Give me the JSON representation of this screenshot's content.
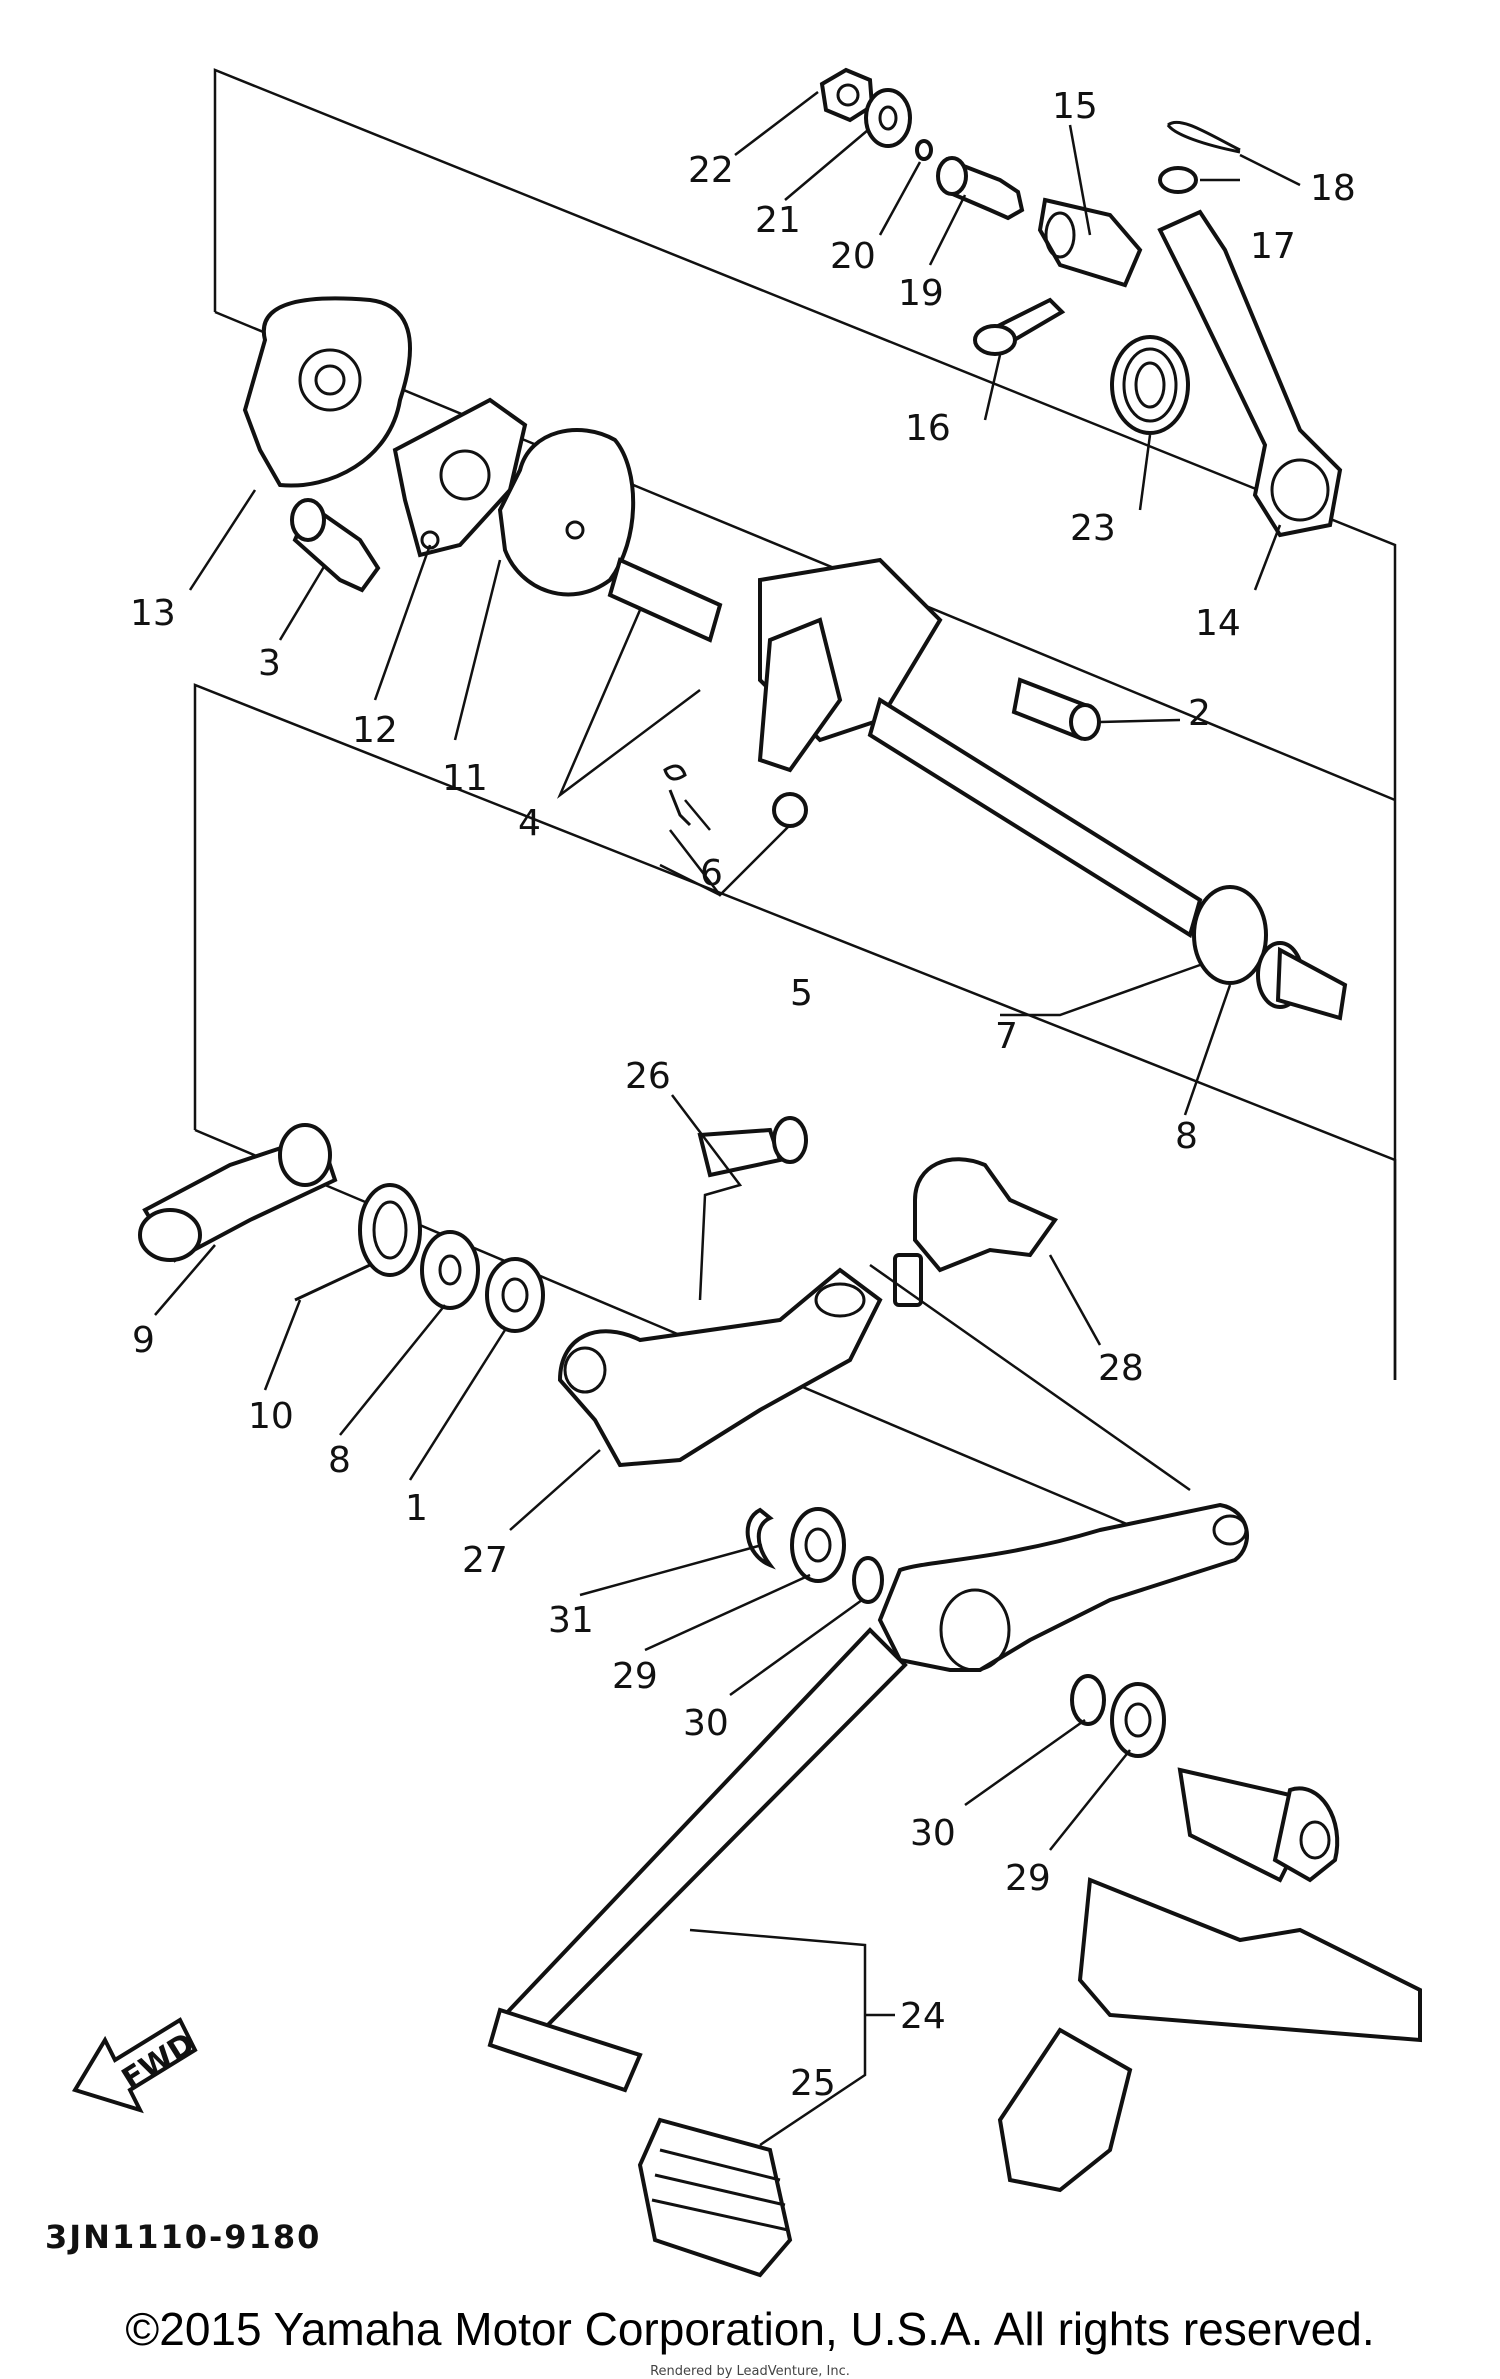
{
  "labels": {
    "p1": "1",
    "p2": "2",
    "p3": "3",
    "p4": "4",
    "p5": "5",
    "p6": "6",
    "p7": "7",
    "p8a": "8",
    "p8b": "8",
    "p9": "9",
    "p10": "10",
    "p11": "11",
    "p12": "12",
    "p13": "13",
    "p14": "14",
    "p15": "15",
    "p16": "16",
    "p17": "17",
    "p18": "18",
    "p19": "19",
    "p20": "20",
    "p21": "21",
    "p22": "22",
    "p23": "23",
    "p24": "24",
    "p25": "25",
    "p26": "26",
    "p27": "27",
    "p28": "28",
    "p29a": "29",
    "p29b": "29",
    "p30a": "30",
    "p30b": "30",
    "p31": "31"
  },
  "fwd_label": "FWD",
  "diagram_code": "3JN1110-9180",
  "copyright": "©2015 Yamaha Motor Corporation, U.S.A. All rights reserved.",
  "watermark": "Rendered by LeadVenture, Inc."
}
